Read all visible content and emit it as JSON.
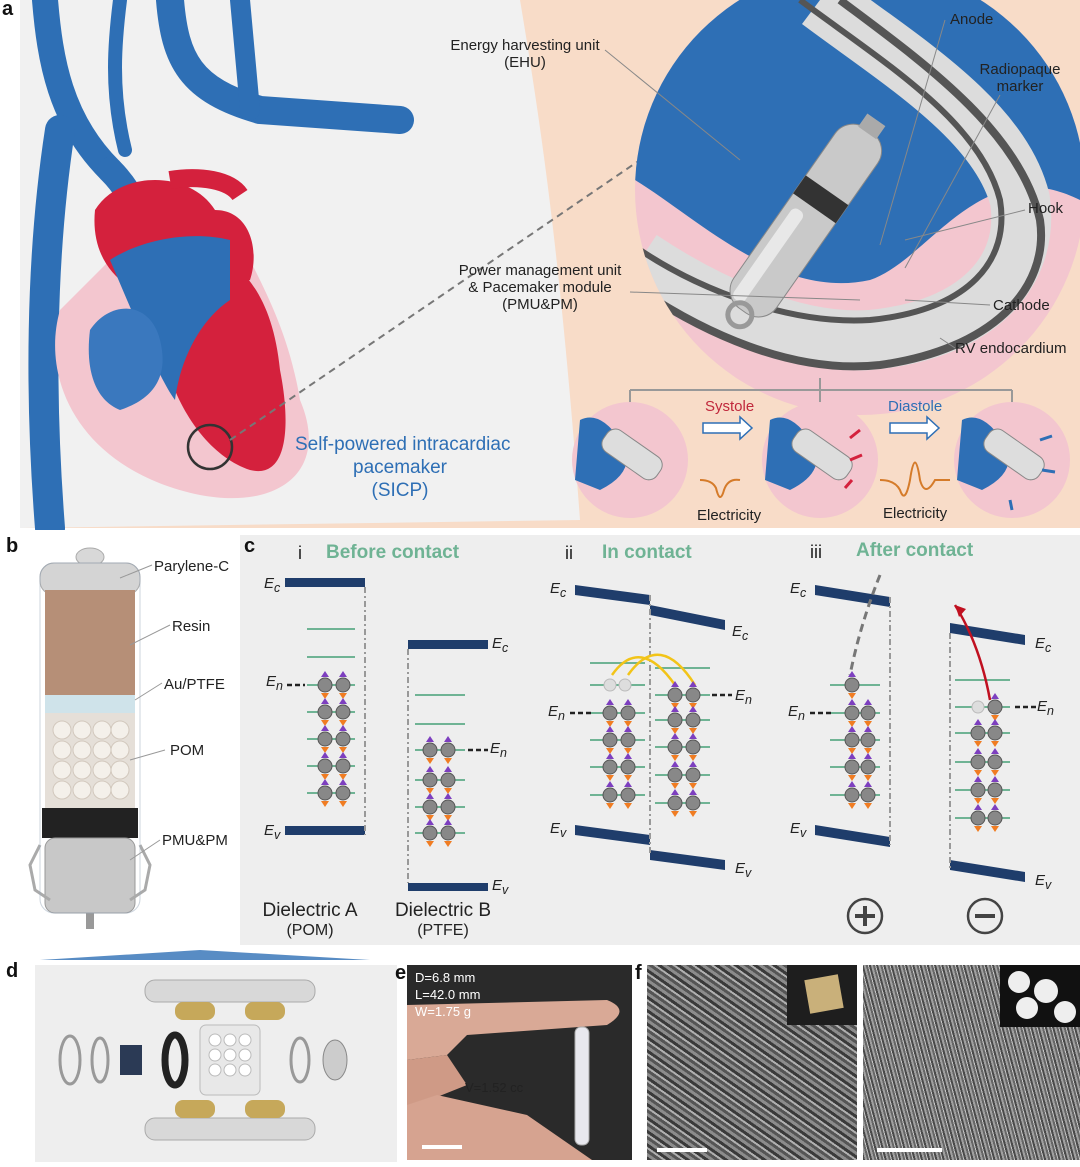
{
  "panels": {
    "a": "a",
    "b": "b",
    "c": "c",
    "d": "d",
    "e": "e",
    "f": "f"
  },
  "panel_a": {
    "ehu_line1": "Energy harvesting unit",
    "ehu_line2": "(EHU)",
    "anode": "Anode",
    "marker_line1": "Radiopaque",
    "marker_line2": "marker",
    "hook": "Hook",
    "pmu_line1": "Power management unit",
    "pmu_line2": "& Pacemaker module",
    "pmu_line3": "(PMU&PM)",
    "cathode": "Cathode",
    "rv": "RV endocardium",
    "sicp_line1": "Self-powered intracardiac",
    "sicp_line2": "pacemaker",
    "sicp_line3": "(SICP)",
    "systole": "Systole",
    "diastole": "Diastole",
    "electricity1": "Electricity",
    "electricity2": "Electricity"
  },
  "panel_b": {
    "parylene": "Parylene-C",
    "resin": "Resin",
    "au_ptfe": "Au/PTFE",
    "pom": "POM",
    "pmu": "PMU&PM"
  },
  "panel_c": {
    "i_num": "i",
    "i_title": "Before contact",
    "ii_num": "ii",
    "ii_title": "In contact",
    "iii_num": "iii",
    "iii_title": "After contact",
    "ec": "E",
    "ec_sub": "c",
    "ev": "E",
    "ev_sub": "v",
    "en": "E",
    "en_sub": "n",
    "dielectric_a": "Dielectric A",
    "dielectric_a_sub": "(POM)",
    "dielectric_b": "Dielectric B",
    "dielectric_b_sub": "(PTFE)"
  },
  "panel_e": {
    "d": "D=6.8 mm",
    "l": "L=42.0 mm",
    "w": "W=1.75 g",
    "v": "V=1.52 cc"
  },
  "colors": {
    "vein_blue": "#2e6fb5",
    "heart_red": "#d4213d",
    "skin": "#f8dcc8",
    "band_blue": "#1f3d6b",
    "level_green": "#6fb394",
    "panel_bg": "#eeeeee"
  }
}
